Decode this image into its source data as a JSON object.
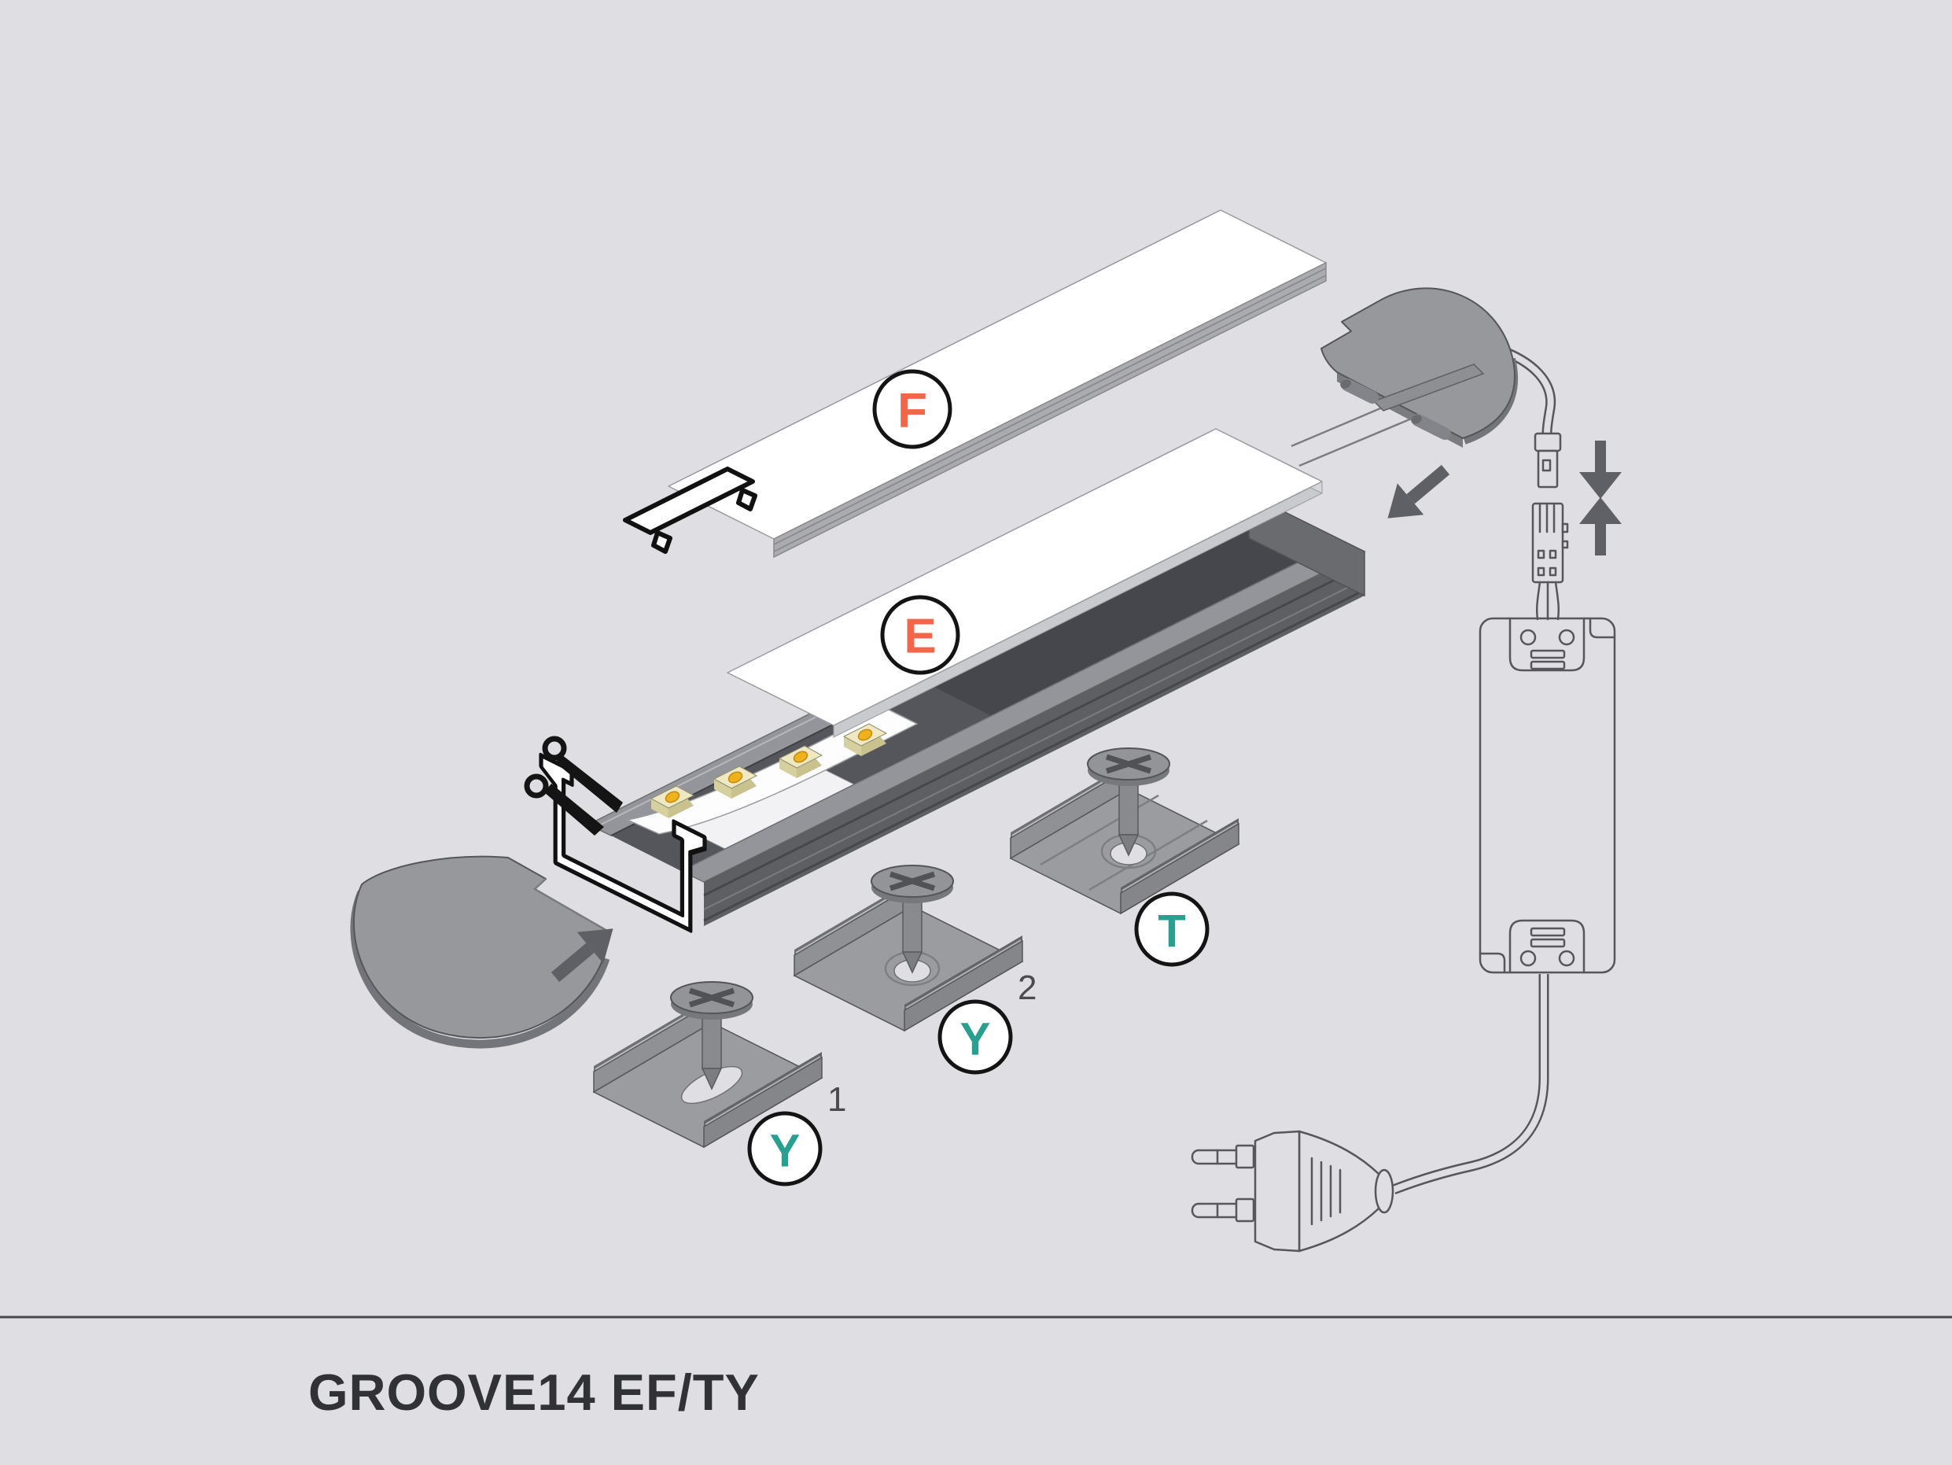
{
  "title": "GROOVE14 EF/TY",
  "diagram": {
    "labels": {
      "cover_f": "F",
      "cover_e": "E",
      "bracket_y1": {
        "letter": "Y",
        "superscript": "1"
      },
      "bracket_y2": {
        "letter": "Y",
        "superscript": "2"
      },
      "bracket_t": {
        "letter": "T"
      }
    },
    "colors": {
      "background": "#dfdee3",
      "cover_label_orange": "#f2674a",
      "bracket_label_teal": "#2a9e8f",
      "line_art_gray": "#56575b",
      "metal_gray": "#97989c",
      "title_text": "#313236"
    },
    "parts": [
      "diffuser-cover-F",
      "diffuser-cover-E",
      "aluminium-profile",
      "led-strip",
      "end-cap-left",
      "end-cap-right-with-cable",
      "plug-connector-pair",
      "mounting-bracket-Y1",
      "mounting-bracket-Y2",
      "mounting-bracket-T",
      "led-driver-power-supply",
      "eu-mains-plug",
      "cutting-scissors"
    ]
  }
}
